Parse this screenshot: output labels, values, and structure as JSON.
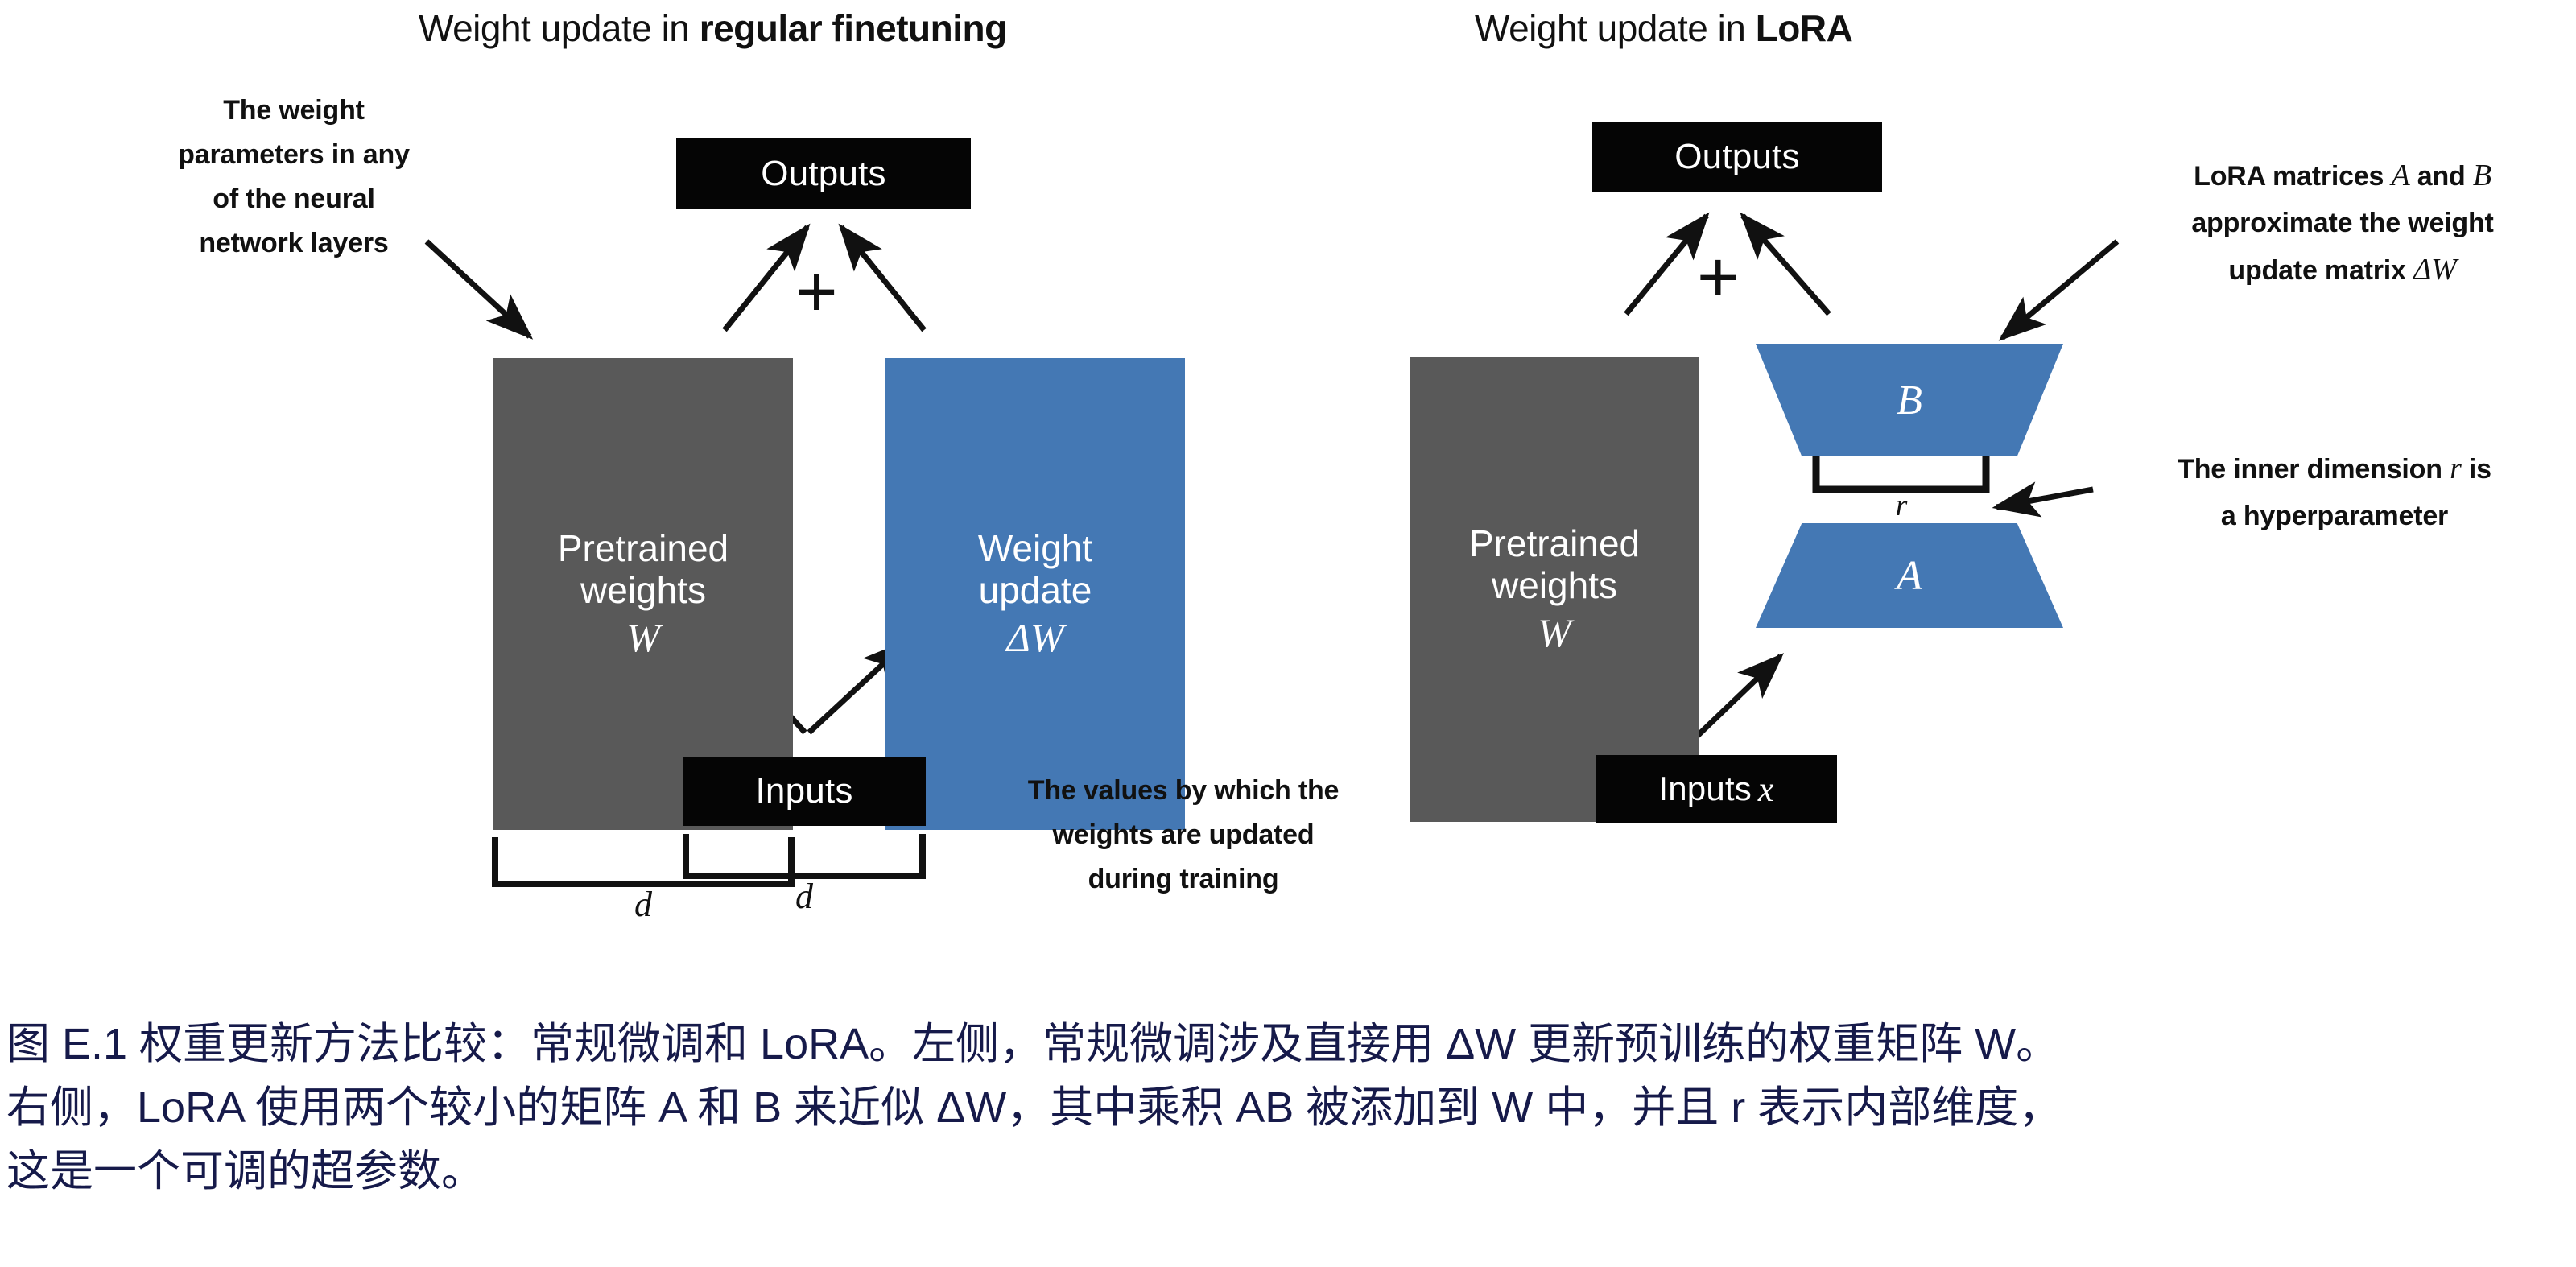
{
  "figure": {
    "left_panel": {
      "title_prefix": "Weight update in ",
      "title_strong": "regular finetuning",
      "outputs_label": "Outputs",
      "inputs_label": "Inputs",
      "pretrained_line1": "Pretrained",
      "pretrained_line2": "weights",
      "pretrained_symbol": "W",
      "update_line1": "Weight",
      "update_line2": "update",
      "update_symbol": "ΔW",
      "plus_symbol": "+",
      "bracket_d_top": "d",
      "bracket_d_bottom": "d",
      "anno_weight_params": [
        "The weight",
        "parameters in any",
        "of the neural",
        "network layers"
      ],
      "anno_values": [
        "The values by which the",
        "weights are updated",
        "during training"
      ]
    },
    "right_panel": {
      "title_prefix": "Weight update in ",
      "title_strong": "LoRA",
      "outputs_label": "Outputs",
      "inputs_label": "Inputs",
      "inputs_symbol": "x",
      "pretrained_line1": "Pretrained",
      "pretrained_line2": "weights",
      "pretrained_symbol": "W",
      "matrix_b": "B",
      "matrix_a": "A",
      "plus_symbol": "+",
      "bracket_r": "r",
      "anno_lora_matrices": [
        "LoRA matrices A and B",
        "approximate the weight",
        "update matrix ΔW"
      ],
      "anno_lora_line1_pre": "LoRA matrices ",
      "anno_lora_line1_a": "A",
      "anno_lora_line1_mid": " and ",
      "anno_lora_line1_b": "B",
      "anno_lora_line2": "approximate the weight",
      "anno_lora_line3_pre": "update matrix ",
      "anno_lora_line3_math": "ΔW",
      "anno_inner_pre": "The inner dimension ",
      "anno_inner_r": "r",
      "anno_inner_post": " is",
      "anno_inner_line2": "a hyperparameter"
    },
    "caption": {
      "line1": "图 E.1 权重更新方法比较：常规微调和 LoRA。左侧，常规微调涉及直接用 ΔW 更新预训练的权重矩阵 W。",
      "line2": "右侧，LoRA 使用两个较小的矩阵 A 和 B 来近似 ΔW，其中乘积 AB 被添加到 W 中，并且 r 表示内部维度，",
      "line3": "这是一个可调的超参数。"
    },
    "colors": {
      "gray_block": "#595959",
      "blue_block": "#4478b4",
      "black_block": "#050505",
      "caption_text": "#161a4a",
      "stroke": "#111111"
    }
  }
}
